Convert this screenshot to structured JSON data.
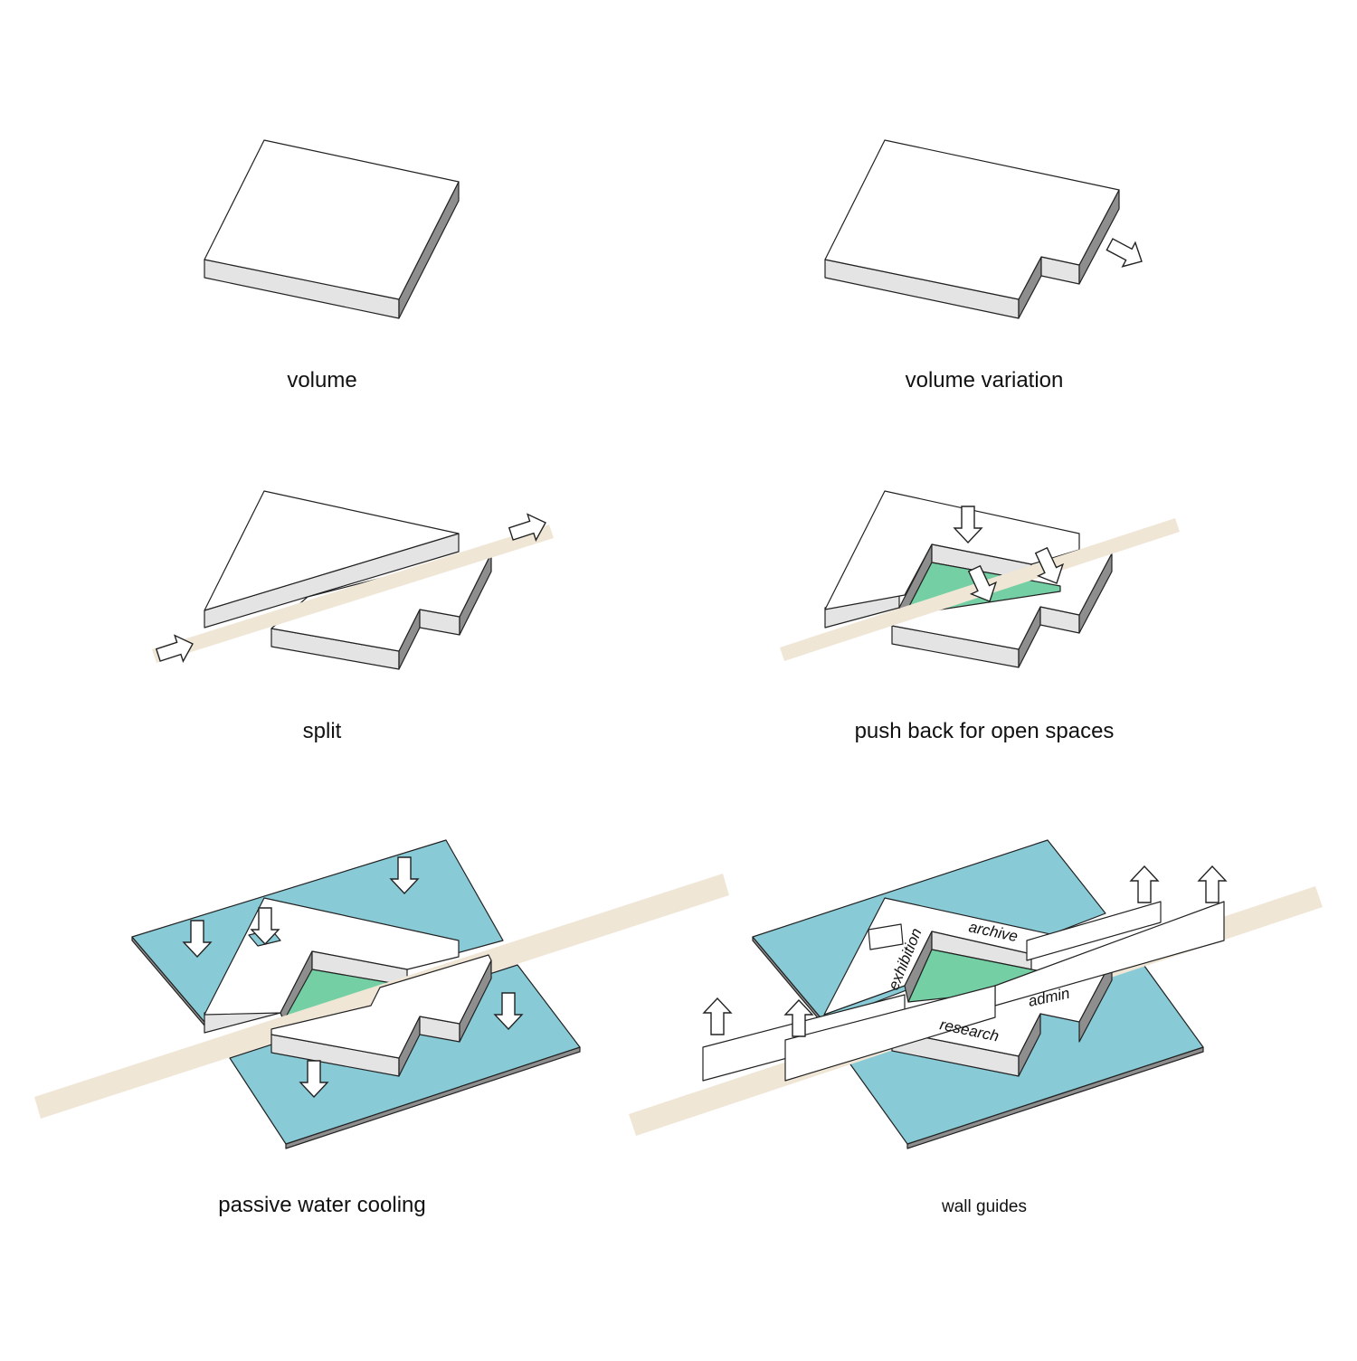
{
  "panels": [
    {
      "id": "volume",
      "caption": "volume"
    },
    {
      "id": "volume-variation",
      "caption": "volume variation"
    },
    {
      "id": "split",
      "caption": "split"
    },
    {
      "id": "push-back",
      "caption": "push back for open spaces"
    },
    {
      "id": "passive-cooling",
      "caption": "passive water cooling"
    },
    {
      "id": "wall-guides",
      "caption": "wall guides"
    }
  ],
  "labels": {
    "archive": "archive",
    "exhibition": "exhibition",
    "admin": "admin",
    "research": "research"
  },
  "colors": {
    "path": "#f0e6d6",
    "water": "#88cad6",
    "courtyard": "#74d0a4",
    "roof": "#ffffff",
    "side_light": "#e4e4e4",
    "side_dark": "#8e8e8e",
    "stroke": "#222222"
  },
  "icons": {
    "arrow": "hollow-arrow-icon"
  }
}
